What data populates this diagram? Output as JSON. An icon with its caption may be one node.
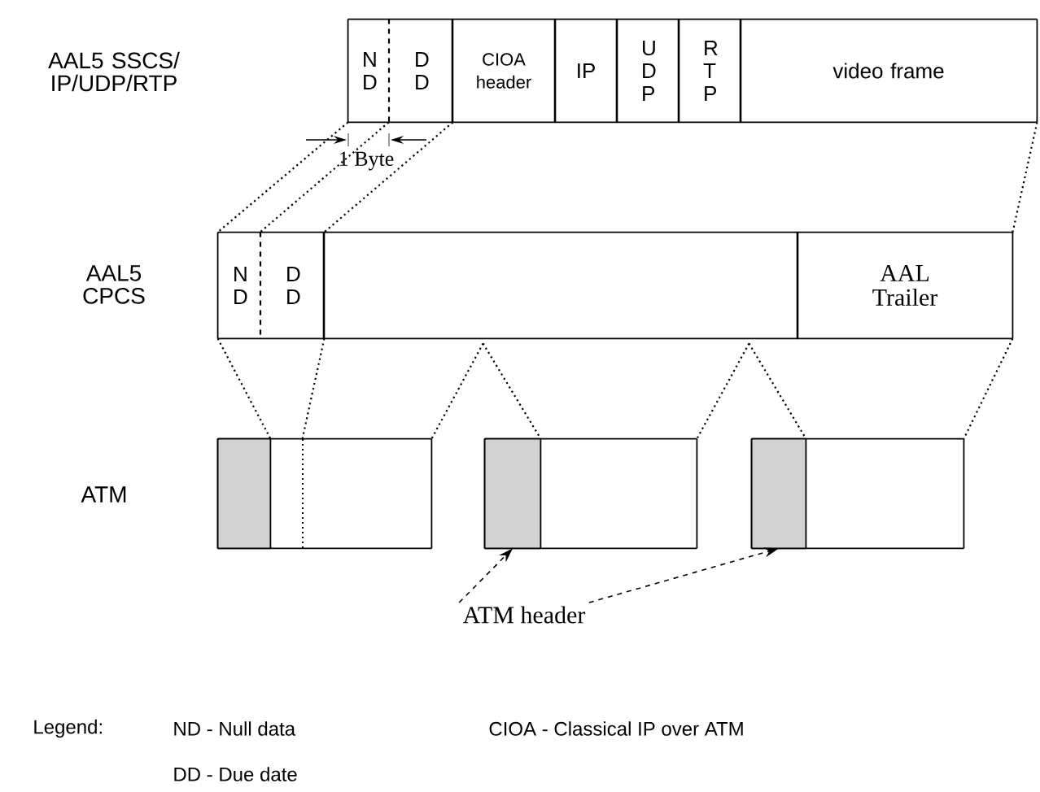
{
  "diagram": {
    "nodes": [
      {
        "text": [
          "N D"
        ]
      },
      {
        "text": [
          "D D"
        ]
      },
      {
        "text": [
          "CIOA header"
        ]
      },
      {
        "text": [
          "IP"
        ]
      },
      {
        "text": [
          "U D P"
        ]
      },
      {
        "text": [
          "R T P"
        ]
      },
      {
        "text": [
          "video frame"
        ]
      },
      {
        "text": [
          "N D"
        ]
      },
      {
        "text": [
          "D D"
        ]
      },
      {
        "text": [],
        "shape": "box"
      },
      {
        "text": [
          "AAL Trailer"
        ]
      },
      {
        "text": [],
        "shape": "box"
      },
      {
        "text": [],
        "shape": "box",
        "in": 11
      },
      {
        "text": [],
        "shape": "box"
      },
      {
        "text": [],
        "shape": "box",
        "in": 13
      },
      {
        "text": [],
        "shape": "box"
      },
      {
        "text": [],
        "shape": "box",
        "in": 15
      },
      {
        "text": [
          "ATM header"
        ]
      }
    ],
    "edges": [
      {
        "from": 17,
        "to": 14,
        "arrow": "to",
        "style": "dashed"
      },
      {
        "from": 17,
        "to": 16,
        "arrow": "to",
        "style": "dashed"
      },
      {
        "from": 0,
        "to": 7,
        "arrow": "none",
        "style": "dashed"
      },
      {
        "from": 1,
        "to": 8,
        "arrow": "none",
        "style": "dashed"
      },
      {
        "from": 1,
        "to": 8,
        "arrow": "none",
        "style": "dashed"
      },
      {
        "from": 6,
        "to": 10,
        "arrow": "none",
        "style": "dashed"
      },
      {
        "from": 7,
        "to": 12,
        "arrow": "none",
        "style": "dashed"
      },
      {
        "from": 8,
        "to": 11,
        "arrow": "none",
        "style": "dashed"
      },
      {
        "from": 9,
        "to": 11,
        "arrow": "none",
        "style": "dashed"
      },
      {
        "from": 9,
        "to": 14,
        "arrow": "none",
        "style": "dashed"
      },
      {
        "from": 9,
        "to": 13,
        "arrow": "none",
        "style": "dashed"
      },
      {
        "from": 9,
        "to": 16,
        "arrow": "none",
        "style": "dashed"
      },
      {
        "from": 10,
        "to": 15,
        "arrow": "none",
        "style": "dashed"
      }
    ],
    "labels": [
      "AAL5 SSCS/ IP/UDP/RTP",
      "1 Byte",
      "AAL5 CPCS",
      "ATM",
      "Legend:"
    ],
    "legend": [
      {
        "text": "ND - Null data"
      },
      {
        "text": "CIOA - Classical IP over ATM"
      },
      {
        "text": "DD - Due date"
      }
    ]
  }
}
